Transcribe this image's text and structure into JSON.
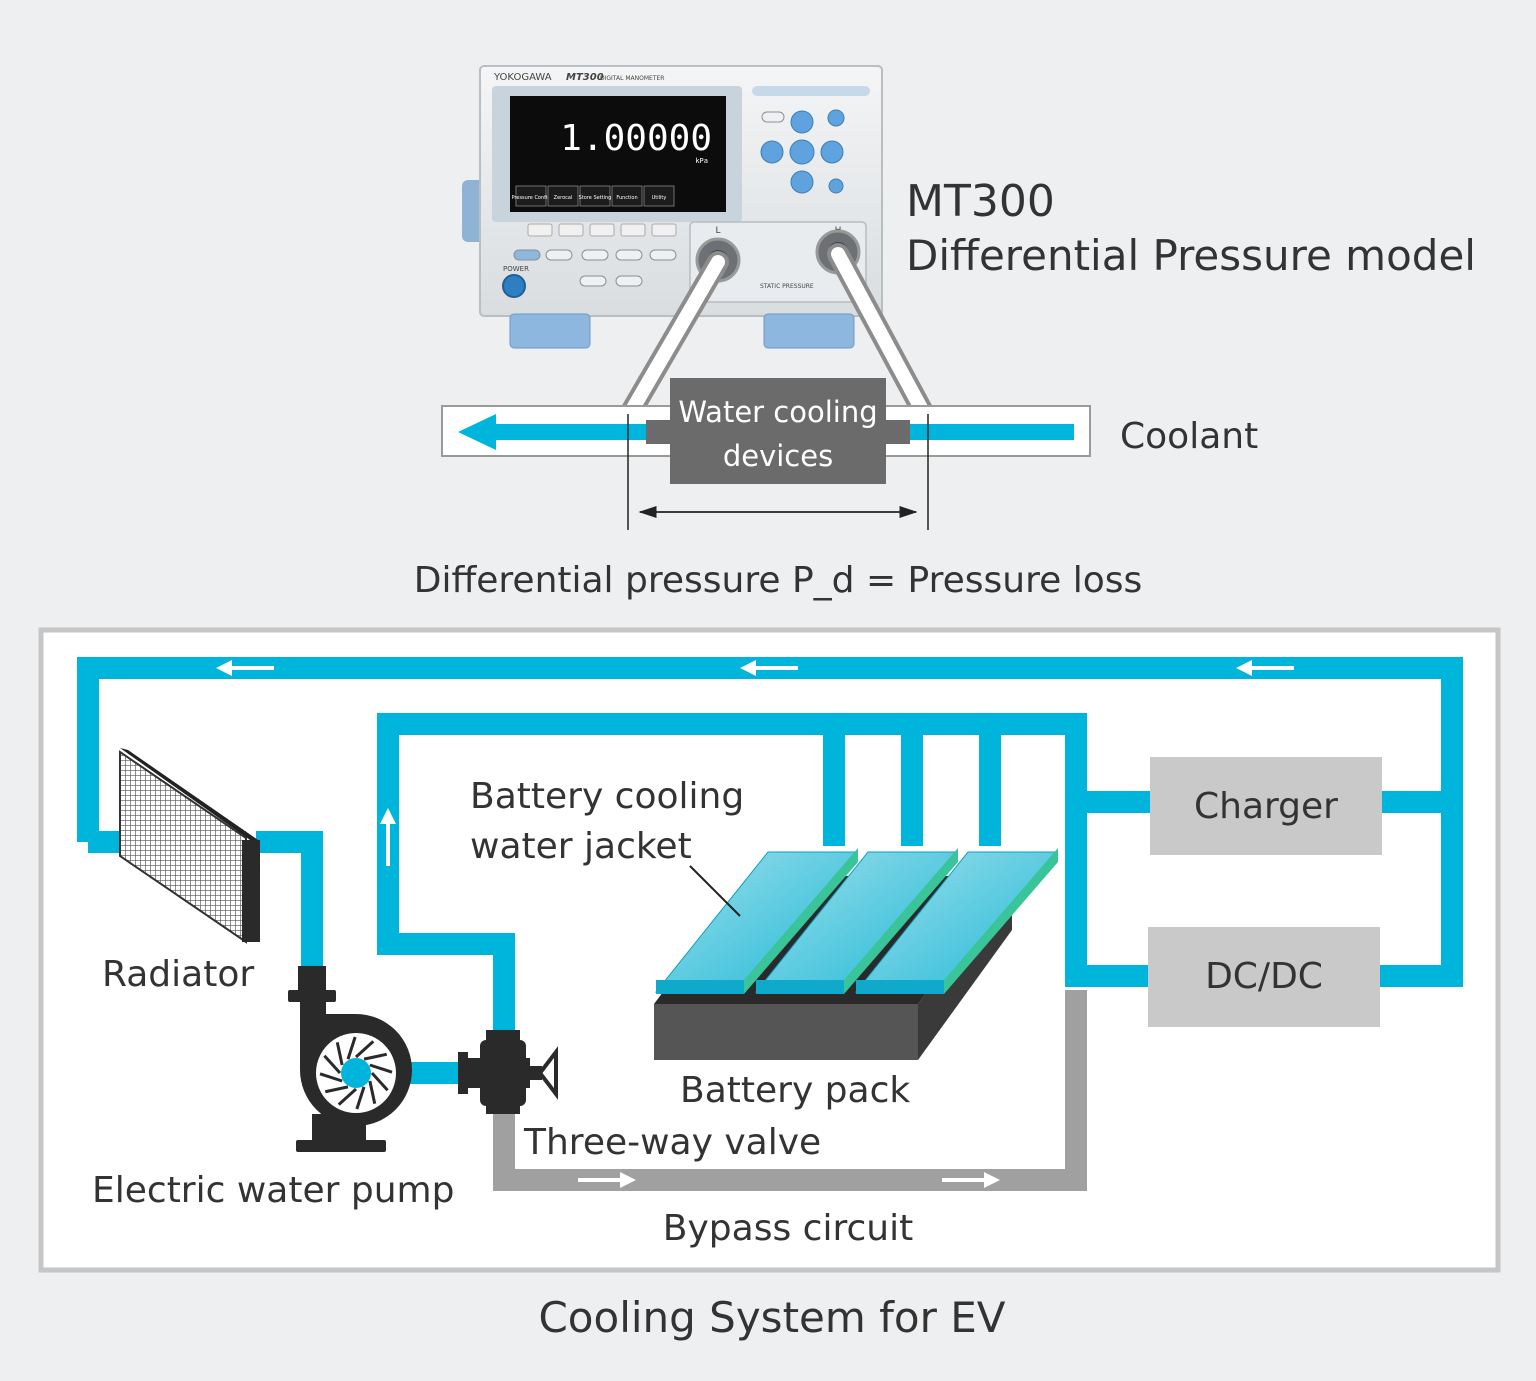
{
  "device": {
    "brand": "YOKOGAWA",
    "model_badge": "MT300",
    "subtitle": "DIGITAL MANOMETER",
    "reading": "1.00000",
    "unit": "kPa",
    "softkeys": [
      "Pressure Config",
      "Zerocal",
      "Store Setting",
      "Function",
      "Utility"
    ],
    "power_label": "POWER",
    "port_low": "L",
    "port_high": "H",
    "warning": "STATIC PRESSURE"
  },
  "top_diagram": {
    "model_name": "MT300",
    "model_desc": "Differential Pressure model",
    "device_label_line1": "Water cooling",
    "device_label_line2": "devices",
    "coolant_label": "Coolant",
    "formula": "Differential pressure P_d = Pressure loss"
  },
  "ev_diagram": {
    "radiator": "Radiator",
    "jacket_line1": "Battery cooling",
    "jacket_line2": "water jacket",
    "charger": "Charger",
    "dcdc": "DC/DC",
    "battery_pack": "Battery pack",
    "three_way_valve": "Three-way valve",
    "pump": "Electric water pump",
    "bypass": "Bypass circuit"
  },
  "caption": "Cooling System for EV",
  "colors": {
    "coolant": "#00b5dc",
    "bypass": "#a0a0a0",
    "box": "#c9c9c9",
    "device_box": "#6b6b6b",
    "dark": "#2a2a2a"
  }
}
